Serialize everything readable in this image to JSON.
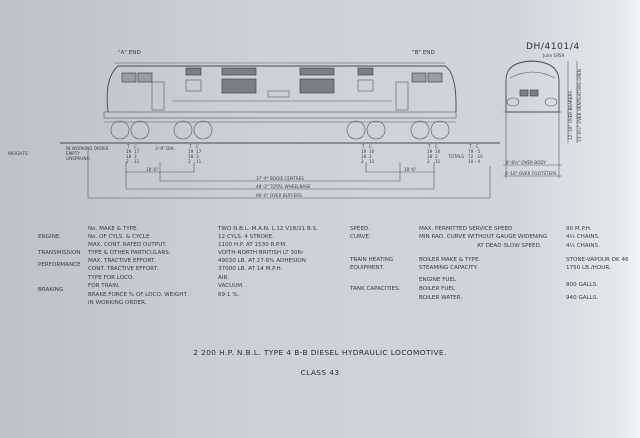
{
  "drawing": {
    "number": "DH/4101/4",
    "date": "June 1959",
    "a_end": "\"A\" END",
    "b_end": "\"B\" END",
    "wheel_dia": "3'-9\" DIA.",
    "weights": {
      "label": "WEIGHTS",
      "rows": [
        "IN WORKING ORDER",
        "EMPTY",
        "UNSPRUNG"
      ],
      "axles": [
        {
          "head": [
            "T",
            "C"
          ],
          "vals": [
            [
              "19",
              "17"
            ],
            [
              "18",
              "3"
            ],
            [
              "2",
              "11"
            ]
          ]
        },
        {
          "head": [
            "T",
            "C"
          ],
          "vals": [
            [
              "19",
              "17"
            ],
            [
              "18",
              "3"
            ],
            [
              "2",
              "11"
            ]
          ]
        },
        {
          "head": [
            "T",
            "C"
          ],
          "vals": [
            [
              "19",
              "16"
            ],
            [
              "18",
              "2"
            ],
            [
              "2",
              "11"
            ]
          ]
        },
        {
          "head": [
            "T",
            "C"
          ],
          "vals": [
            [
              "19",
              "16"
            ],
            [
              "18",
              "2"
            ],
            [
              "2",
              "11"
            ]
          ]
        }
      ],
      "totals_label": "TOTALS",
      "totals": [
        "T - C",
        "79 - 5",
        "72 - 10",
        "10 - 4"
      ]
    },
    "dims": {
      "bogie_wheelbase_a": "10'-6\"",
      "bogie_wheelbase_b": "10'-6\"",
      "bogie_centres": "37'-9\" BOGIE CENTRES",
      "total_wheelbase": "48'-3\" TOTAL WHEELBASE",
      "over_buffers": "60'-0\" OVER BUFFERS",
      "over_body": "8'-8¾\" OVER BODY",
      "over_footsteps": "8'-10\" OVER FOOTSTEPS",
      "height_bearers": "12'-10\" OVER BEARERS",
      "height_ventilators": "13'-0½\" OVER VENTILATORS OPEN"
    }
  },
  "specs_left": [
    {
      "cat": "ENGINE.",
      "item": "No. MAKE & TYPE.",
      "val": "TWO N.B.L.-M.A.N. L.12 V18/21 B.S."
    },
    {
      "cat": "",
      "item": "No. OF CYLS. & CYCLE.",
      "val": "12 CYLS. 4 STROKE."
    },
    {
      "cat": "",
      "item": "MAX. CONT. RATED OUTPUT.",
      "val": "1100 H.P. AT 1530 R.P.M."
    },
    {
      "cat": "TRANSMISSION",
      "item": "TYPE & OTHER PARTICULARS.",
      "val": "VOITH-NORTH BRITISH LT 306r"
    },
    {
      "cat": "PERFORMANCE",
      "item": "MAX. TRACTIVE EFFORT.",
      "val": "49030 LB. AT 27·6% ADHESION"
    },
    {
      "cat": "",
      "item": "CONT. TRACTIVE EFFORT.",
      "val": "37000 LB. AT 14 M.P.H."
    },
    {
      "cat": "BRAKING.",
      "item": "TYPE  FOR LOCO.",
      "val": "AIR."
    },
    {
      "cat": "",
      "item": "FOR TRAIN.",
      "val": "VACUUM."
    },
    {
      "cat": "",
      "item": "BRAKE FORCE  % OF LOCO. WEIGHT",
      "val": "69·1 %."
    },
    {
      "cat": "",
      "item": "IN WORKING ORDER.",
      "val": ""
    }
  ],
  "specs_right": [
    {
      "cat": "SPEED.",
      "item": "MAX. PERMITTED SERVICE SPEED",
      "val": "90 M.P.H."
    },
    {
      "cat": "CURVE.",
      "item": "MIN RAD. CURVE  WITHOUT GAUGE WIDENING",
      "val": "4½ CHAINS."
    },
    {
      "cat": "",
      "item": "AT DEAD SLOW SPEED.",
      "val": "4½ CHAINS."
    },
    {
      "cat": "TRAIN HEATING",
      "item": "BOILER MAKE & TYPE.",
      "val": "STONE-VAPOUR OK 46"
    },
    {
      "cat": "EQUIPMENT.",
      "item": "STEAMING CAPACITY.",
      "val": "1750 LB./HOUR."
    },
    {
      "cat": "TANK CAPACITIES.",
      "item": "ENGINE FUEL",
      "val": ""
    },
    {
      "cat": "",
      "item": "BOILER FUEL",
      "val": "800 GALLS."
    },
    {
      "cat": "",
      "item": "BOILER WATER.",
      "val": "940 GALLS."
    }
  ],
  "title": "2 200 H.P. N.B.L. TYPE 4 B-B DIESEL HYDRAULIC LOCOMOTIVE.",
  "subtitle": "CLASS 43"
}
